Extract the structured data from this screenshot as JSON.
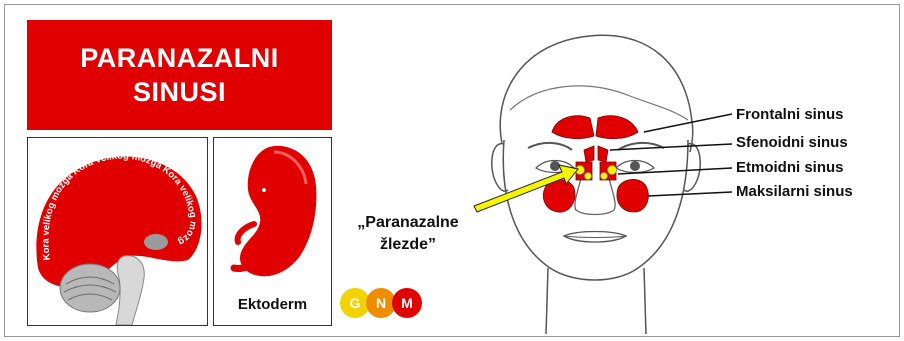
{
  "title": {
    "line1": "PARANAZALNI",
    "line2": "SINUSI"
  },
  "brain_panel": {
    "cortex_label": "Kora velikog mozga"
  },
  "embryo_panel": {
    "germ_layer": "Ektoderm"
  },
  "logo": {
    "letters": [
      "G",
      "N",
      "M"
    ],
    "colors": [
      "#f2d200",
      "#f08c00",
      "#e00000"
    ]
  },
  "face": {
    "labels": [
      {
        "id": "frontal",
        "text": "Frontalni sinus"
      },
      {
        "id": "sphenoid",
        "text": "Sfenoidni sinus"
      },
      {
        "id": "ethmoid",
        "text": "Etmoidni sinus"
      },
      {
        "id": "maxillary",
        "text": "Maksilarni sinus"
      }
    ],
    "glands_label": {
      "line1": "„Paranazalne",
      "line2": "žlezde”"
    }
  },
  "colors": {
    "accent": "#e00000",
    "gland": "#f5f500",
    "line": "#555555"
  }
}
